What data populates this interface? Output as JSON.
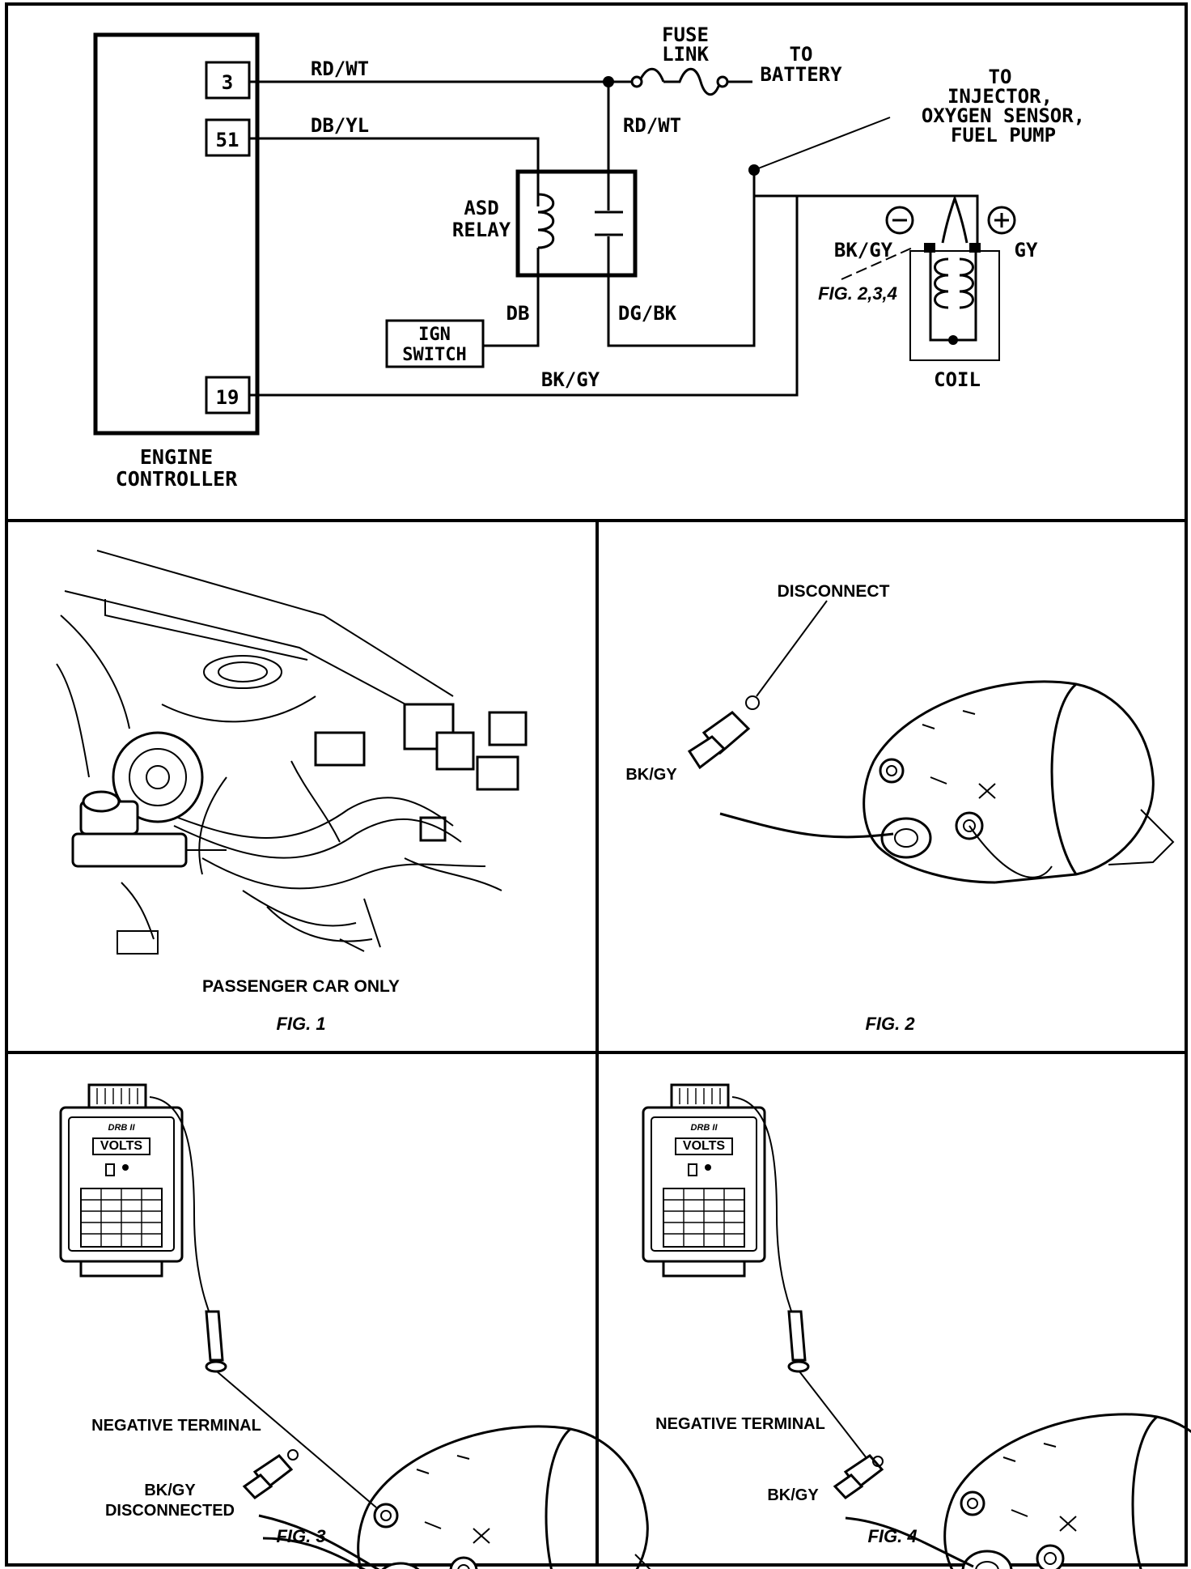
{
  "wiring": {
    "controller_label_1": "ENGINE",
    "controller_label_2": "CONTROLLER",
    "pin_3": "3",
    "pin_51": "51",
    "pin_19": "19",
    "wire_rdwt_top": "RD/WT",
    "wire_dbyl": "DB/YL",
    "wire_rdwt_vertical": "RD/WT",
    "fuse_label_1": "FUSE",
    "fuse_label_2": "LINK",
    "to_battery_1": "TO",
    "to_battery_2": "BATTERY",
    "to_injector_1": "TO",
    "to_injector_2": "INJECTOR,",
    "to_injector_3": "OXYGEN SENSOR,",
    "to_injector_4": "FUEL PUMP",
    "relay_label_1": "ASD",
    "relay_label_2": "RELAY",
    "wire_db": "DB",
    "wire_dgbk": "DG/BK",
    "ign_label_1": "IGN",
    "ign_label_2": "SWITCH",
    "wire_bkgy_bottom": "BK/GY",
    "coil_neg_wire": "BK/GY",
    "coil_pos_wire": "GY",
    "fig_ref": "FIG. 2,3,4",
    "coil_label": "COIL"
  },
  "fig1": {
    "caption": "PASSENGER CAR ONLY",
    "label": "FIG. 1"
  },
  "fig2": {
    "callout": "DISCONNECT",
    "wire_label": "BK/GY",
    "label": "FIG. 2"
  },
  "fig3": {
    "brand": "DRB II",
    "display": "VOLTS",
    "callout_1": "NEGATIVE TERMINAL",
    "callout_2a": "BK/GY",
    "callout_2b": "DISCONNECTED",
    "label": "FIG. 3"
  },
  "fig4": {
    "brand": "DRB II",
    "display": "VOLTS",
    "callout_1": "NEGATIVE TERMINAL",
    "callout_2": "BK/GY",
    "label": "FIG. 4"
  }
}
